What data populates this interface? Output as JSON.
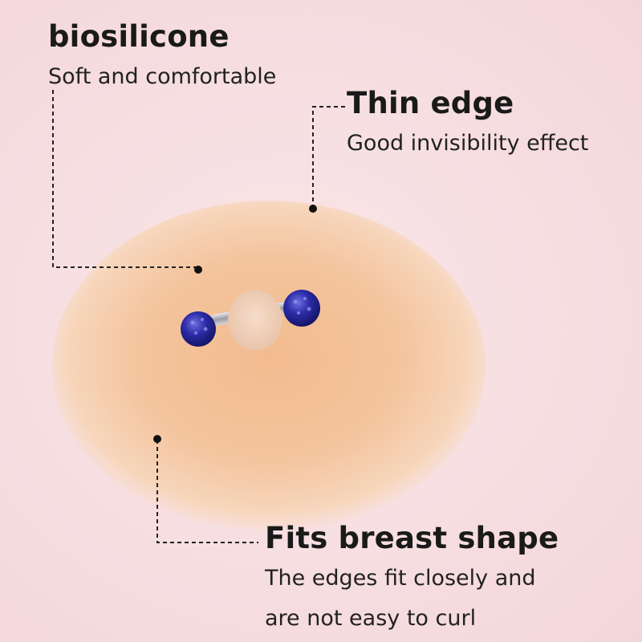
{
  "callouts": {
    "biosilicone": {
      "title": "biosilicone",
      "subtitle": "Soft and comfortable"
    },
    "thin_edge": {
      "title": "Thin edge",
      "subtitle": "Good invisibility effect"
    },
    "fits_shape": {
      "title": "Fits breast shape",
      "subtitle_line1": "The edges fit closely and",
      "subtitle_line2": "are not easy to curl"
    }
  },
  "colors": {
    "silicone": "#f2bb8f",
    "crystal": "#2a2a9a",
    "bar": "#b8b8c0",
    "leader": "#222222"
  }
}
